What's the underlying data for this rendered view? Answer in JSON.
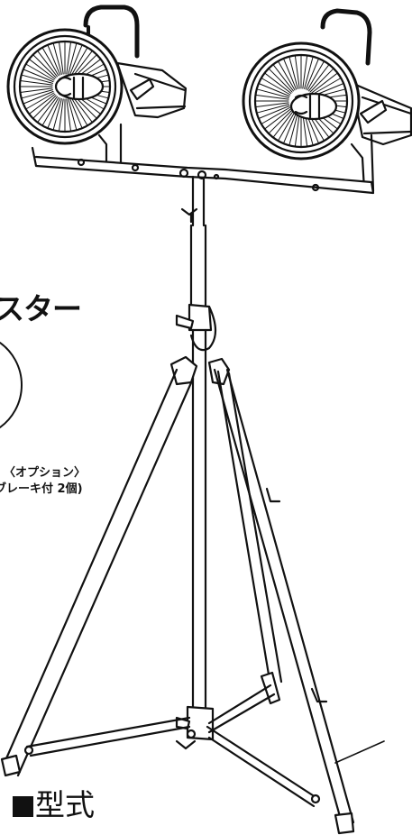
{
  "caster_section": {
    "heading": "スター",
    "option_label": "〈オプション〉",
    "option_detail": "ブレーキ付 2個)"
  },
  "model_section": {
    "label": "型式",
    "separator": "/"
  },
  "colors": {
    "line": "#111111",
    "background": "#ffffff"
  }
}
